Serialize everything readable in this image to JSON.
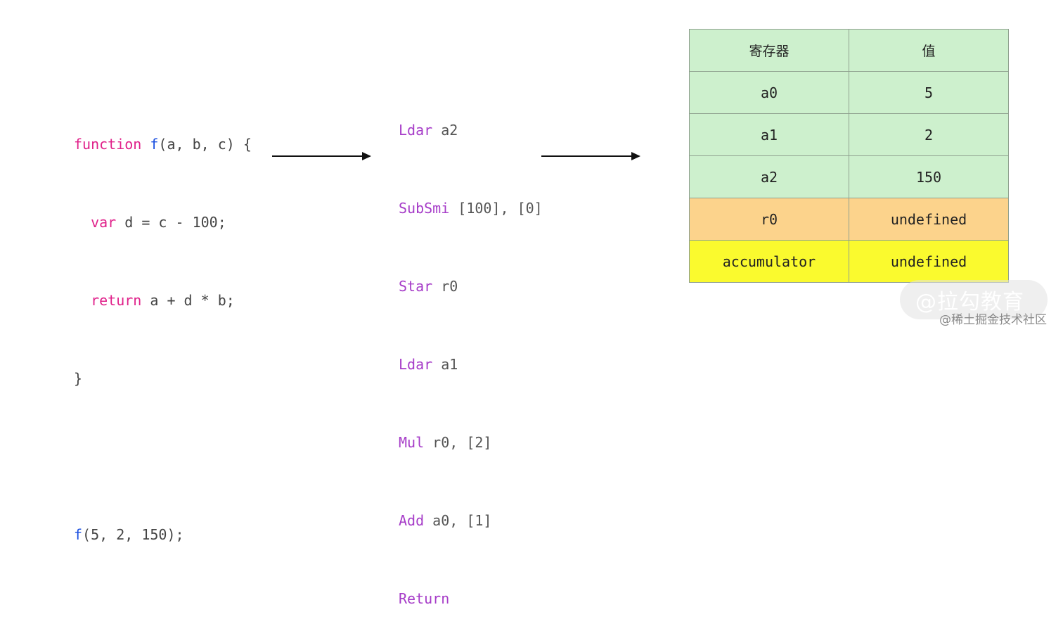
{
  "source_code": {
    "line1": {
      "kw": "function",
      "fn": "f",
      "rest": "(a, b, c) {"
    },
    "line2": {
      "indent": "  ",
      "kw": "var",
      "rest": " d = c - 100;"
    },
    "line3": {
      "indent": "  ",
      "kw": "return",
      "rest": " a + d * b;"
    },
    "line4": {
      "rest": "}"
    },
    "call": {
      "fn": "f",
      "rest": "(5, 2, 150);"
    }
  },
  "bytecode": [
    {
      "op": "Ldar",
      "args": " a2"
    },
    {
      "op": "SubSmi",
      "args": " [100], [0]"
    },
    {
      "op": "Star",
      "args": " r0"
    },
    {
      "op": "Ldar",
      "args": " a1"
    },
    {
      "op": "Mul",
      "args": " r0, [2]"
    },
    {
      "op": "Add",
      "args": " a0, [1]"
    },
    {
      "op": "Return",
      "args": ""
    }
  ],
  "register_table": {
    "headers": [
      "寄存器",
      "值"
    ],
    "rows": [
      {
        "register": "a0",
        "value": "5",
        "color": "#cdf0cd"
      },
      {
        "register": "a1",
        "value": "2",
        "color": "#cdf0cd"
      },
      {
        "register": "a2",
        "value": "150",
        "color": "#cdf0cd"
      },
      {
        "register": "r0",
        "value": "undefined",
        "color": "#fcd38c"
      },
      {
        "register": "accumulator",
        "value": "undefined",
        "color": "#fafa2e"
      }
    ]
  },
  "colors": {
    "keyword": "#e0218a",
    "function_name": "#1a4fe0",
    "bytecode_op": "#a63cc8"
  },
  "watermark": {
    "logo_text": "@拉勾教育",
    "site_text": "@稀土掘金技术社区"
  }
}
